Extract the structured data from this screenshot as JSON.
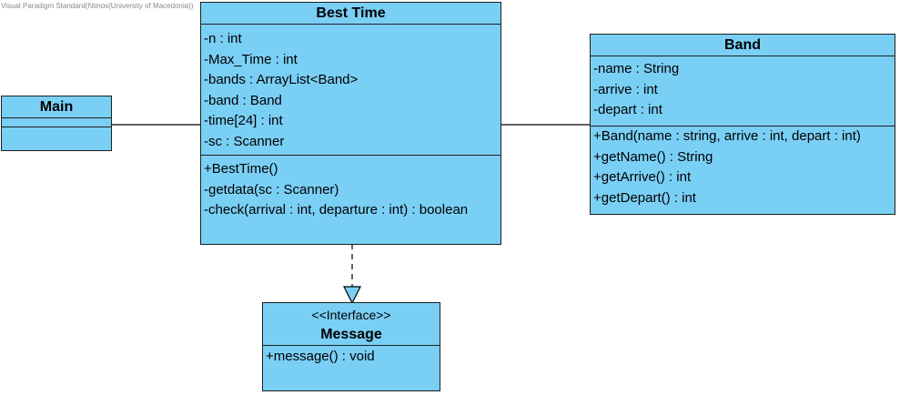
{
  "watermark": "Visual Paradigm Standard(Ntinos(University of Macedonia))",
  "classes": {
    "best_time": {
      "name": "Best Time",
      "attributes": [
        "-n : int",
        "-Max_Time : int",
        "-bands : ArrayList<Band>",
        "-band : Band",
        "-time[24] : int",
        "-sc : Scanner"
      ],
      "operations": [
        "+BestTime()",
        "-getdata(sc : Scanner)",
        "-check(arrival : int, departure : int) : boolean"
      ]
    },
    "band": {
      "name": "Band",
      "attributes": [
        "-name : String",
        "-arrive : int",
        "-depart : int"
      ],
      "operations": [
        "+Band(name : string, arrive : int, depart : int)",
        "+getName() : String",
        "+getArrive() : int",
        "+getDepart() : int"
      ]
    },
    "main": {
      "name": "Main"
    },
    "message": {
      "stereotype": "<<Interface>>",
      "name": "Message",
      "operations": [
        "+message() : void"
      ]
    }
  },
  "colors": {
    "class_fill": "#7acff5",
    "border": "#1f1f1f"
  }
}
